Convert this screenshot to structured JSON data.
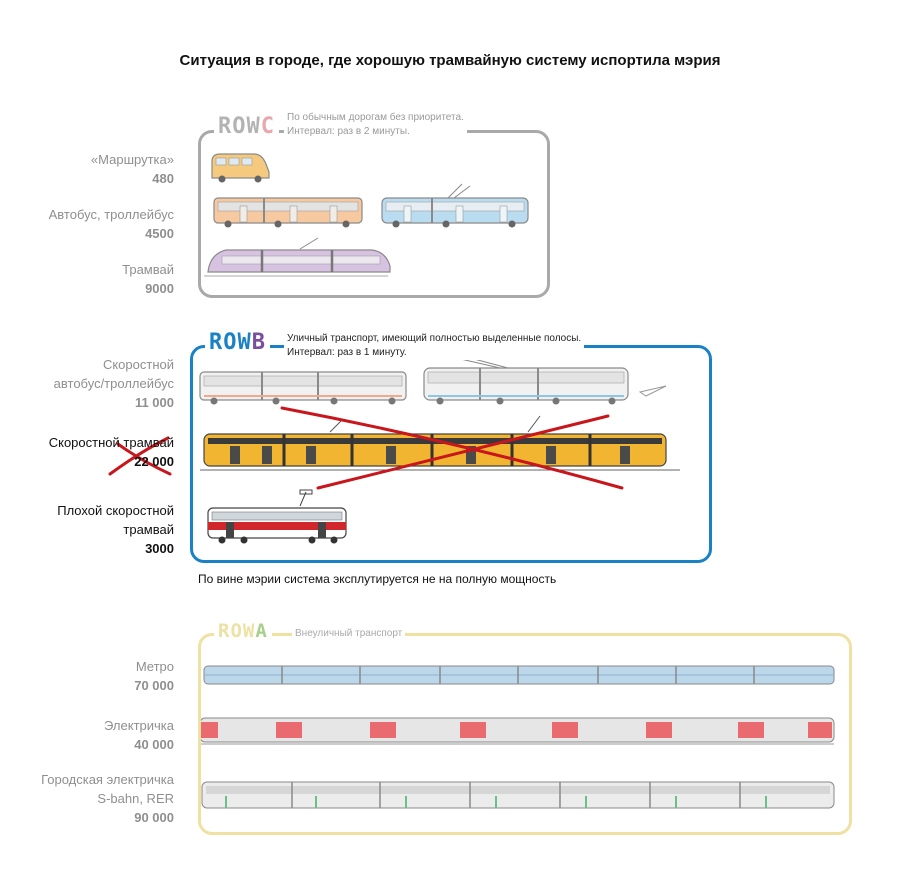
{
  "title": "Ситуация в городе, где хорошую трамвайную систему испортила мэрия",
  "row_c": {
    "tag": "ROW",
    "tag_letter": "C",
    "note_line1": "По обычным дорогам без приоритета.",
    "note_line2": "Интервал: раз в 2 минуты.",
    "border_color": "#a9a9a9",
    "items": [
      {
        "label": "«Маршрутка»",
        "capacity": "480",
        "icon": "minibus-icon"
      },
      {
        "label": "Автобус, троллейбус",
        "capacity": "4500",
        "icon": "bus-icon"
      },
      {
        "label": "Трамвай",
        "capacity": "9000",
        "icon": "tram-icon"
      }
    ]
  },
  "row_b": {
    "tag": "ROW",
    "tag_letter": "B",
    "note_line1": "Уличный транспорт, имеющий полностью выделенные полосы.",
    "note_line2": "Интервал: раз в 1 минуту.",
    "border_color": "#1a82c4",
    "items": [
      {
        "label_line1": "Скоростной",
        "label_line2": "автобус/троллейбус",
        "capacity": "11 000",
        "icon": "brt-bus-icon"
      },
      {
        "label": "Скоростной трамвай",
        "capacity": "22 000",
        "icon": "light-rail-icon",
        "crossed_out": true
      },
      {
        "label_line1": "Плохой скоростной",
        "label_line2": "трамвай",
        "capacity": "3000",
        "icon": "old-tram-icon"
      }
    ]
  },
  "caption": "По вине мэрии система эксплутируется не на полную мощность",
  "row_a": {
    "tag": "ROW",
    "tag_letter": "A",
    "note": "Внеуличный транспорт",
    "border_color": "#efe1a2",
    "items": [
      {
        "label": "Метро",
        "capacity": "70 000",
        "icon": "metro-train-icon"
      },
      {
        "label": "Электричка",
        "capacity": "40 000",
        "icon": "commuter-train-icon"
      },
      {
        "label_line1": "Городская электричка",
        "label_line2": "S-bahn, RER",
        "capacity": "90 000",
        "icon": "s-bahn-train-icon"
      }
    ]
  }
}
